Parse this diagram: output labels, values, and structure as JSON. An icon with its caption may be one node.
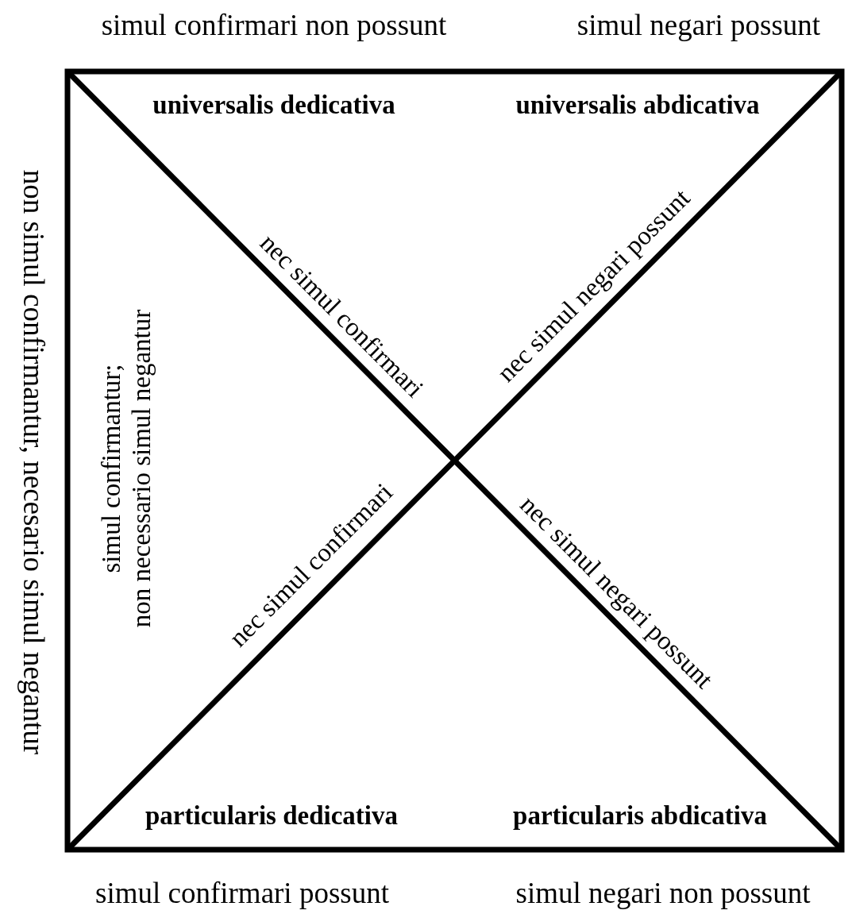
{
  "diagram": {
    "labels": [
      "simul confirmari non possunt",
      "simul negari possunt",
      "non simul confirmantur, necesario simul negantur",
      "universalis dedicativa",
      "universalis abdicativa",
      "nec simul confirmari",
      "nec simul negari possunt",
      "simul confirmantur; non necessario simul negantur",
      "nec simul confirmari",
      "nec simul negari possunt",
      "particularis dedicativa",
      "particularis abdicativa",
      "simul confirmari possunt",
      "simul negari non possunt"
    ]
  }
}
